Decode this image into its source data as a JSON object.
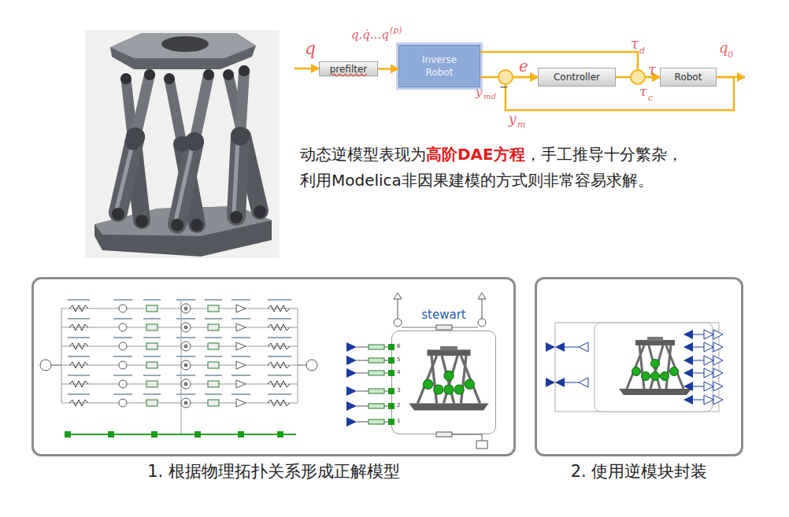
{
  "diagram": {
    "nodes": [
      {
        "text": [
          "prefilter"
        ]
      },
      {
        "text": [
          "Inverse Robot"
        ]
      },
      {
        "text": [
          "Controller"
        ]
      },
      {
        "text": [
          "Robot"
        ]
      },
      {
        "text": [
          "1. 根据物理拓扑关系形成正解模型"
        ]
      },
      {
        "text": [
          "stewart"
        ],
        "in": 4
      },
      {
        "text": [
          "2. 使用逆模块封装"
        ]
      }
    ],
    "edges": [
      {
        "from": 0,
        "to": 1,
        "arrow": "to",
        "label": "q,q̇...q"
      },
      {
        "from": 1,
        "to": 2,
        "arrow": "to"
      },
      {
        "from": 1,
        "to": 3,
        "arrow": "to"
      },
      {
        "from": 2,
        "to": 3,
        "arrow": "to"
      },
      {
        "from": 3,
        "to": 2,
        "arrow": "to"
      }
    ],
    "labels": [
      "q",
      "(p)",
      "τ",
      "d",
      "e",
      "τ",
      "q",
      "0",
      "y",
      "md",
      "−",
      "τ",
      "c",
      "y",
      "m",
      "动态逆模型表现为",
      "高阶DAE方程",
      "，手工推导十分繁杂，",
      "利用Modelica非因果建模的方式则非常容易求解。",
      "6",
      "5",
      "4",
      "3",
      "2",
      "1"
    ]
  }
}
